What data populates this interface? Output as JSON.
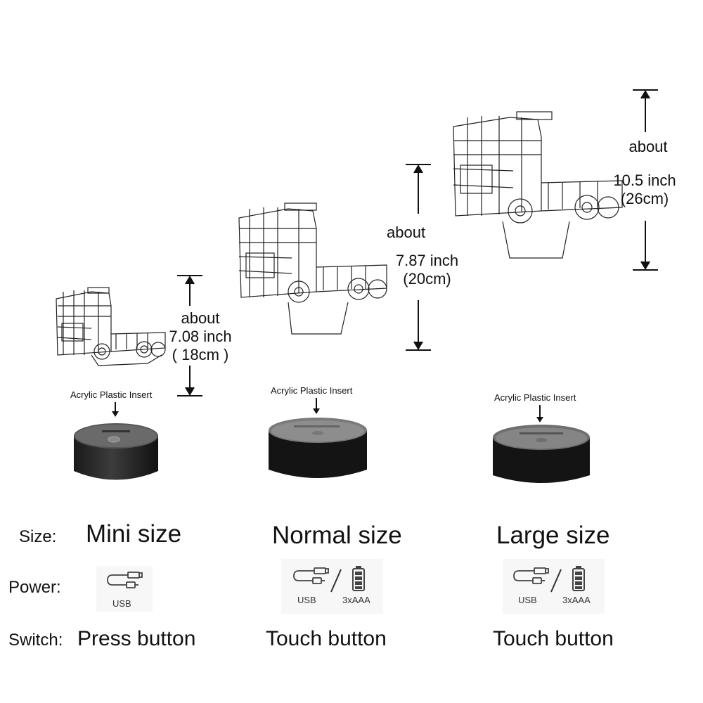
{
  "products": [
    {
      "dimension": {
        "about": "about",
        "inch": "7.08 inch",
        "cm": "( 18cm )"
      },
      "insert_label": "Acrylic Plastic Insert",
      "size_name": "Mini size",
      "power_icons": [
        "usb-icon"
      ],
      "power_captions": [
        "USB"
      ],
      "switch_name": "Press button"
    },
    {
      "dimension": {
        "about": "about",
        "inch": "7.87 inch",
        "cm": "(20cm)"
      },
      "insert_label": "Acrylic Plastic Insert",
      "size_name": "Normal size",
      "power_icons": [
        "usb-icon",
        "battery-icon"
      ],
      "power_captions": [
        "USB",
        "3xAAA"
      ],
      "switch_name": "Touch button"
    },
    {
      "dimension": {
        "about": "about",
        "inch": "10.5 inch",
        "cm": "(26cm)"
      },
      "insert_label": "Acrylic Plastic Insert",
      "size_name": "Large size",
      "power_icons": [
        "usb-icon",
        "battery-icon"
      ],
      "power_captions": [
        "USB",
        "3xAAA"
      ],
      "switch_name": "Touch button"
    }
  ],
  "labels": {
    "size": "Size:",
    "power": "Power:",
    "switch": "Switch:"
  }
}
